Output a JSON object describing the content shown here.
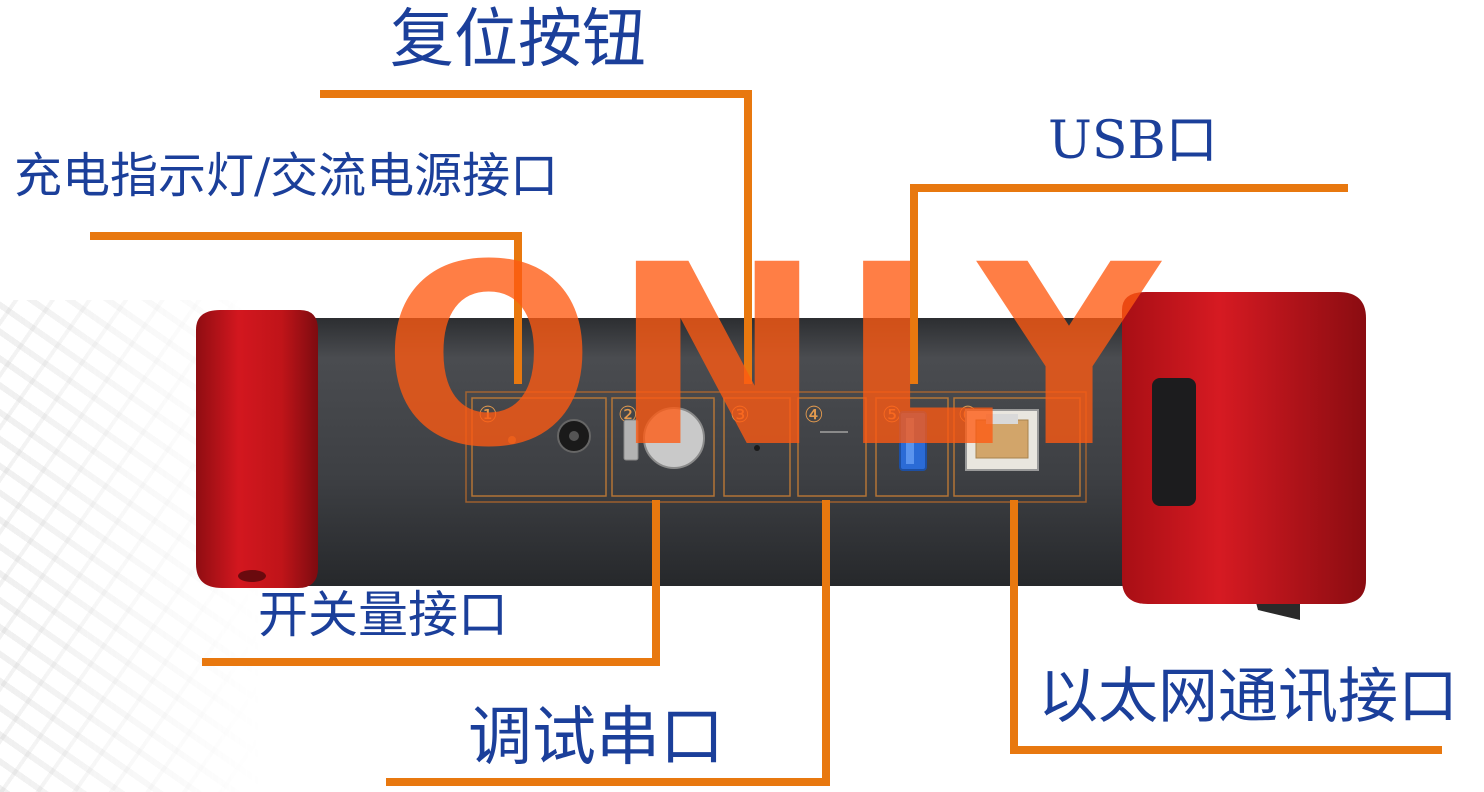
{
  "labels": {
    "reset": "复位按钮",
    "charge_power": "充电指示灯/交流电源接口",
    "usb": "USB口",
    "switch": "开关量接口",
    "debug_serial": "调试串口",
    "ethernet": "以太网通讯接口"
  },
  "ports": [
    {
      "number": "①"
    },
    {
      "number": "②"
    },
    {
      "number": "③"
    },
    {
      "number": "④"
    },
    {
      "number": "⑤"
    },
    {
      "number": "⑥"
    }
  ],
  "watermark": "ONLY",
  "colors": {
    "label": "#1b3f9a",
    "leader_line": "#e8780f",
    "device_body": "#3f4145",
    "bumper": "#c8161d",
    "watermark": "#ff5a12",
    "usb_port": "#2b6bd6"
  }
}
